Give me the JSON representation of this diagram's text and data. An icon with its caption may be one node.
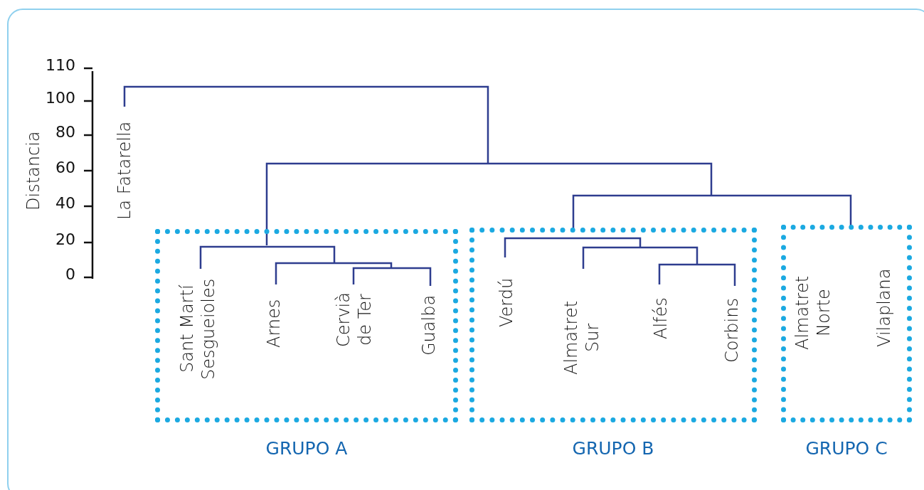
{
  "diagram": {
    "nodes": [
      {
        "text": [
          "La Fatarella"
        ]
      },
      {
        "text": [
          "GRUPO A"
        ]
      },
      {
        "text": [
          "Sant Martí Sesgueioles"
        ],
        "in": 1
      },
      {
        "text": [
          "Arnes"
        ],
        "in": 1
      },
      {
        "text": [
          "Cervià de Ter"
        ],
        "in": 1
      },
      {
        "text": [
          "Gualba"
        ],
        "in": 1
      },
      {
        "text": [
          "GRUPO B"
        ]
      },
      {
        "text": [
          "Verdú"
        ],
        "in": 6
      },
      {
        "text": [
          "Almatret Sur"
        ],
        "in": 6
      },
      {
        "text": [
          "Alfés"
        ],
        "in": 6
      },
      {
        "text": [
          "Corbins"
        ],
        "in": 6
      },
      {
        "text": [
          "GRUPO C"
        ]
      },
      {
        "text": [
          "Almatret Norte"
        ],
        "in": 11
      },
      {
        "text": [
          "Vilaplana"
        ],
        "in": 11
      }
    ],
    "labels": [
      "110",
      "100",
      "80",
      "60",
      "40",
      "20",
      "0",
      "Distancia"
    ]
  }
}
